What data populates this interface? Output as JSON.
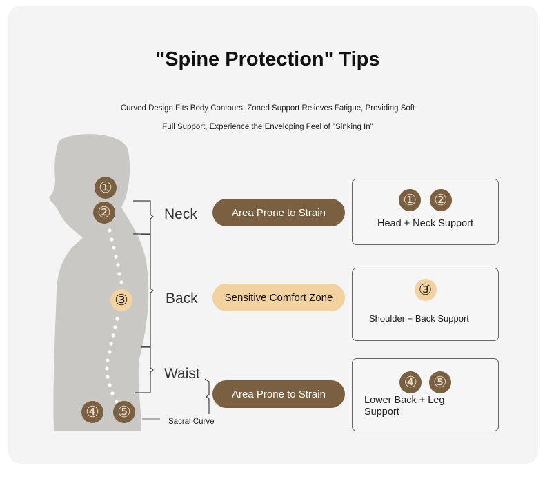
{
  "title": "\"Spine Protection\" Tips",
  "subtitle": [
    "Curved Design Fits Body Contours, Zoned Support Relieves Fatigue, Providing Soft",
    "Full Support, Experience the Enveloping Feel of \"Sinking In\""
  ],
  "markers": [
    "①",
    "②",
    "③",
    "④",
    "⑤"
  ],
  "regions": {
    "neck": "Neck",
    "back": "Back",
    "waist": "Waist",
    "sacral": "Sacral Curve"
  },
  "pills": [
    "Area Prone to Strain",
    "Sensitive Comfort Zone",
    "Area Prone to Strain"
  ],
  "boxes": [
    {
      "markers": [
        "①",
        "②"
      ],
      "label": "Head + Neck Support"
    },
    {
      "markers": [
        "③"
      ],
      "label": "Shoulder + Back Support"
    },
    {
      "markers": [
        "④",
        "⑤"
      ],
      "label": "Lower Back + Leg Support"
    }
  ],
  "colors": {
    "brown": "#7a5f40",
    "tan": "#f2d3a0",
    "silhouette": "#cac8c5"
  }
}
